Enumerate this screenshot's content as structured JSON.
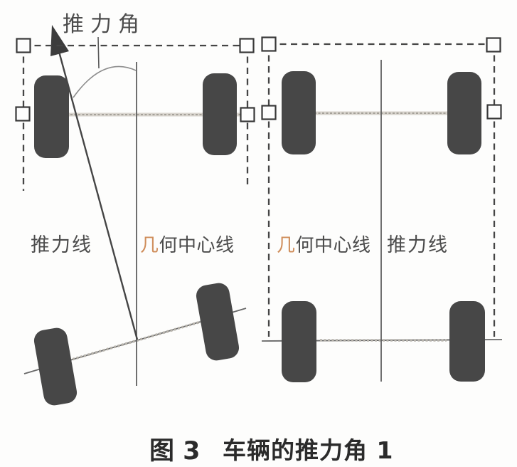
{
  "figure": {
    "caption": {
      "prefix": "图 3",
      "title": "车辆的推力角 1"
    },
    "left_diagram": {
      "thrust_angle_label": "推力角",
      "thrust_line_label": "推力线",
      "center_line_label": {
        "first_char": "几",
        "rest": "何中心线"
      }
    },
    "right_diagram": {
      "center_line_label": {
        "first_char": "几",
        "rest": "何中心线"
      },
      "thrust_line_label": "推力线"
    },
    "colors": {
      "wheel": "#474747",
      "ink": "#4a4a4a",
      "accent_char": "#cf8d5a",
      "axle_light": "#b3afa7",
      "caption_ink": "#2b2b2b"
    }
  }
}
